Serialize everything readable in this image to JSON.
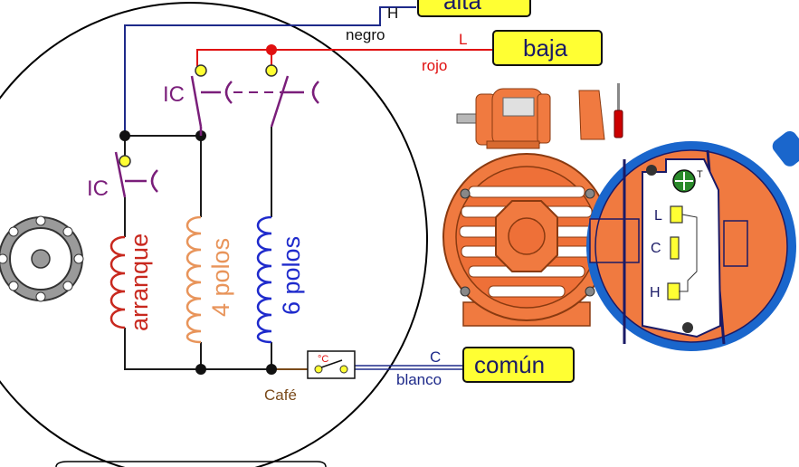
{
  "wires": {
    "h": "H",
    "negro": "negro",
    "l": "L",
    "rojo": "rojo",
    "c": "C",
    "blanco": "blanco",
    "cafe": "Café"
  },
  "boxes": {
    "alta": "alta",
    "baja": "baja",
    "comun": "común"
  },
  "switches": {
    "ic_top": "IC",
    "ic_left": "IC"
  },
  "coils": {
    "arranque": "arranque",
    "cuatro_polos": "4 polos",
    "seis_polos": "6 polos"
  },
  "thermal": {
    "symbol": "°C"
  },
  "terminal_block": {
    "t": "T",
    "l": "L",
    "c": "C",
    "h": "H"
  },
  "colors": {
    "negro_wire": "#1a1a1a",
    "high_wire": "#1e2a8a",
    "rojo_wire": "#e01010",
    "arranque_coil": "#c8281e",
    "four_pole_coil": "#e8945a",
    "six_pole_coil": "#1e2acc",
    "cafe_wire": "#7a4a1a",
    "label_box": "#ffff33",
    "motor_orange": "#f07a40",
    "magnifier_ring": "#1a66cc",
    "switch_purple": "#7a1e7a"
  }
}
